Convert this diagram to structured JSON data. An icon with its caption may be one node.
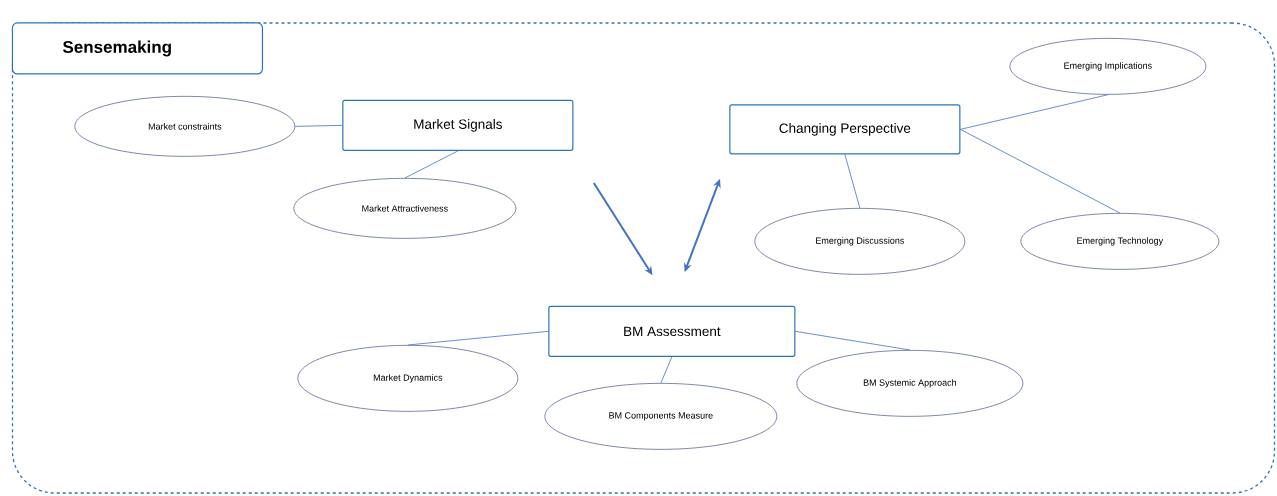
{
  "diagram": {
    "nodes": [
      {
        "text": [
          "Sensemaking"
        ]
      },
      {
        "text": [
          "Market constraints"
        ],
        "in": 0
      },
      {
        "text": [
          "Market Signals"
        ],
        "in": 0
      },
      {
        "text": [
          "Market Attractiveness"
        ],
        "in": 0
      },
      {
        "text": [
          "Changing Perspective"
        ],
        "in": 0
      },
      {
        "text": [
          "Emerging Implications"
        ],
        "in": 0
      },
      {
        "text": [
          "Emerging Discussions"
        ],
        "in": 0
      },
      {
        "text": [
          "Emerging Technology"
        ],
        "in": 0
      },
      {
        "text": [
          "BM Assessment"
        ],
        "in": 0
      },
      {
        "text": [
          "Market Dynamics"
        ],
        "in": 0
      },
      {
        "text": [
          "BM Components Measure"
        ],
        "in": 0
      },
      {
        "text": [
          "BM Systemic Approach"
        ],
        "in": 0
      }
    ],
    "edges": [
      {
        "from": 1,
        "to": 2,
        "arrow": "none"
      },
      {
        "from": 2,
        "to": 3,
        "arrow": "none"
      },
      {
        "from": 4,
        "to": 5,
        "arrow": "none"
      },
      {
        "from": 4,
        "to": 6,
        "arrow": "none"
      },
      {
        "from": 4,
        "to": 7,
        "arrow": "none"
      },
      {
        "from": 8,
        "to": 9,
        "arrow": "none"
      },
      {
        "from": 8,
        "to": 10,
        "arrow": "none"
      },
      {
        "from": 8,
        "to": 11,
        "arrow": "none"
      },
      {
        "from": 2,
        "to": 8,
        "arrow": "to"
      },
      {
        "from": 8,
        "to": 4,
        "arrow": "both"
      }
    ]
  }
}
